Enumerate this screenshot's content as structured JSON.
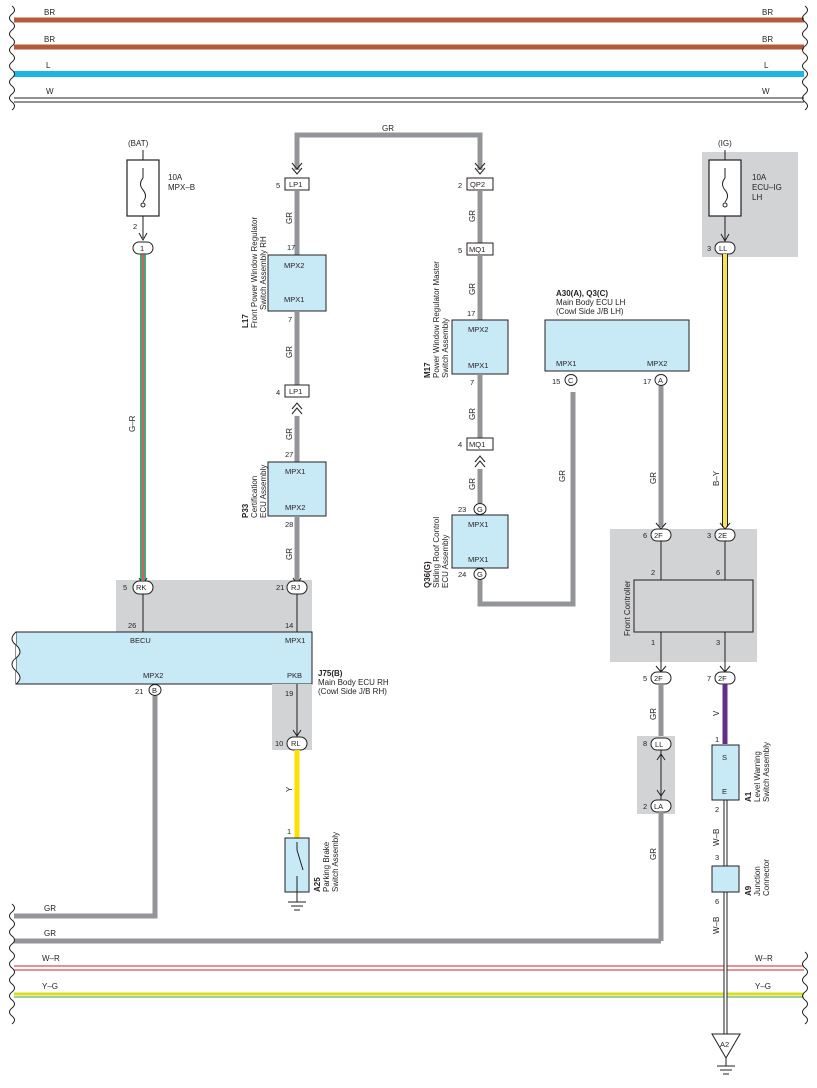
{
  "buses_top": [
    {
      "label": "BR",
      "color": "#b45a3c"
    },
    {
      "label": "BR",
      "color": "#b45a3c"
    },
    {
      "label": "L",
      "color": "#1fb4e6"
    },
    {
      "label": "W",
      "color": "#ffffff"
    }
  ],
  "buses_bottom": [
    {
      "label": "GR"
    },
    {
      "label": "GR"
    },
    {
      "label": "W–R",
      "color": "#d2232a"
    },
    {
      "label": "Y–G",
      "color": "#d8df20"
    }
  ],
  "fuses": {
    "bat": {
      "source": "(BAT)",
      "rating": "10A",
      "name": "MPX–B",
      "pin": "2",
      "conn_pin": "1"
    },
    "ig": {
      "source": "(IG)",
      "rating": "10A",
      "name1": "ECU–IG",
      "name2": "LH",
      "pin": "3",
      "conn": "LL"
    }
  },
  "main_ecu_rh": {
    "code": "J75(B)",
    "name1": "Main Body ECU RH",
    "name2": "(Cowl Side J/B RH)",
    "terminals": [
      "BECU",
      "MPX1",
      "MPX2",
      "PKB"
    ],
    "pins": {
      "becu": "26",
      "mpx1": "14",
      "mpx2": "21",
      "pkb": "19"
    },
    "conns": {
      "rk": "RK",
      "rk_pin": "5",
      "rj": "RJ",
      "rj_pin": "21",
      "b": "B",
      "b_pin": "21",
      "rl": "RL",
      "rl_pin": "10"
    }
  },
  "front_pw_rh": {
    "code": "L17",
    "name1": "Front Power Window Regulator",
    "name2": "Switch Assembly RH",
    "t1": "MPX2",
    "t2": "MPX1",
    "pin1": "17",
    "pin2": "7",
    "conn_top": "LP1",
    "conn_top_pin": "5",
    "conn_bot": "LP1",
    "conn_bot_pin": "4"
  },
  "cert_ecu": {
    "code": "P33",
    "name1": "Certification",
    "name2": "ECU Assembly",
    "t1": "MPX1",
    "t2": "MPX2",
    "pin1": "27",
    "pin2": "28"
  },
  "pw_master": {
    "code": "M17",
    "name1": "Power Window Regulator Master",
    "name2": "Switch Assembly",
    "t1": "MPX2",
    "t2": "MPX1",
    "pin1": "17",
    "pin2": "7",
    "conn_qp2": "QP2",
    "conn_qp2_pin": "2",
    "conn_mq1a": "MQ1",
    "conn_mq1a_pin": "5",
    "conn_mq1b": "MQ1",
    "conn_mq1b_pin": "4"
  },
  "sunroof": {
    "code": "Q36(G)",
    "name1": "Sliding Roof Control",
    "name2": "ECU Assembly",
    "t1": "MPX1",
    "t2": "MPX1",
    "pin1": "23",
    "pin2": "24",
    "conn": "G"
  },
  "main_ecu_lh": {
    "code": "A30(A), Q3(C)",
    "name1": "Main Body ECU LH",
    "name2": "(Cowl Side J/B LH)",
    "t1": "MPX1",
    "t2": "MPX2",
    "pin1": "15",
    "pin2": "17",
    "conn1": "C",
    "conn2": "A"
  },
  "front_controller": {
    "name": "Front Controller",
    "pin_in1": "2",
    "pin_in2": "6",
    "pin_out1": "1",
    "pin_out2": "3",
    "conn_top1": "2F",
    "conn_top1_pin": "6",
    "conn_top2": "2E",
    "conn_top2_pin": "3",
    "conn_bot1": "2F",
    "conn_bot1_pin": "5",
    "conn_bot2": "2F",
    "conn_bot2_pin": "7"
  },
  "junction_ll_la": {
    "ll": "LL",
    "ll_pin": "8",
    "la": "LA",
    "la_pin": "2"
  },
  "parking_brake": {
    "code": "A25",
    "name1": "Parking Brake",
    "name2": "Switch Assembly",
    "pin": "1"
  },
  "level_warning": {
    "code": "A1",
    "name1": "Level Warning",
    "name2": "Switch Assembly",
    "t1": "S",
    "t2": "E",
    "pin1": "1",
    "pin2": "2"
  },
  "junction_conn": {
    "code": "A9",
    "name1": "Junction",
    "name2": "Connector",
    "pin1": "3",
    "pin2": "6"
  },
  "ground": {
    "label": "A2"
  },
  "wire_labels": {
    "gr": "GR",
    "gr_r": "G–R",
    "b_y": "B–Y",
    "y": "Y",
    "v": "V",
    "w_b": "W–B"
  }
}
